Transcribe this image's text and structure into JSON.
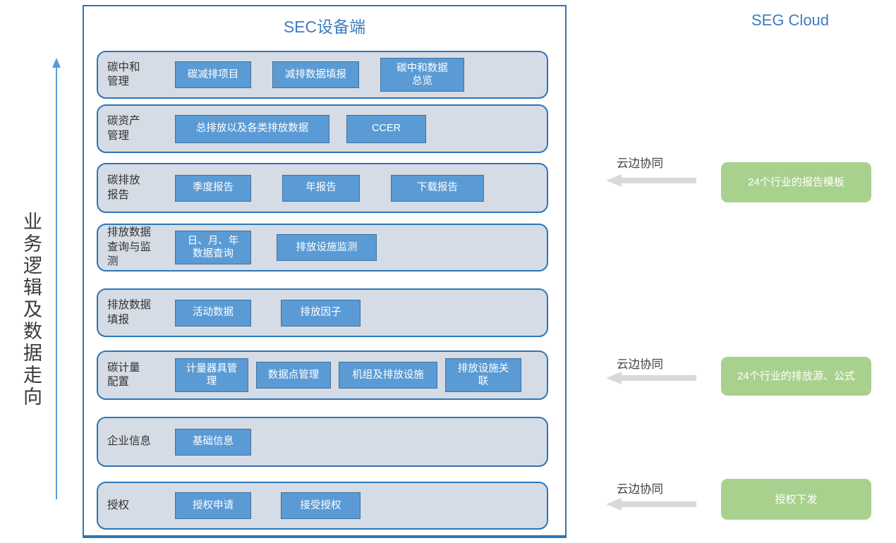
{
  "left_flow": {
    "label": "业务逻辑及数据走向"
  },
  "device_panel": {
    "title": "SEC设备端",
    "rows": [
      {
        "label": "碳中和\n管理",
        "buttons": [
          "碳减排项目",
          "减排数据填报",
          "碳中和数据\n总览"
        ]
      },
      {
        "label": "碳资产\n管理",
        "buttons": [
          "总排放以及各类排放数据",
          "CCER"
        ]
      },
      {
        "label": "碳排放\n报告",
        "buttons": [
          "季度报告",
          "年报告",
          "下载报告"
        ]
      },
      {
        "label": "排放数据\n查询与监\n测",
        "buttons": [
          "日、月、年\n数据查询",
          "排放设施监测"
        ]
      },
      {
        "label": "排放数据\n填报",
        "buttons": [
          "活动数据",
          "排放因子"
        ]
      },
      {
        "label": "碳计量\n配置",
        "buttons": [
          "计量器具管\n理",
          "数据点管理",
          "机组及排放设施",
          "排放设施关\n联"
        ]
      },
      {
        "label": "企业信息",
        "buttons": [
          "基础信息"
        ]
      },
      {
        "label": "授权",
        "buttons": [
          "授权申请",
          "接受授权"
        ]
      }
    ]
  },
  "cloud_panel": {
    "title": "SEG Cloud",
    "boxes": [
      "24个行业的报告模板",
      "24个行业的排放源、公式",
      "授权下发"
    ],
    "sync_label": "云边协同"
  },
  "colors": {
    "button_blue": "#5B9BD5",
    "button_border": "#41719C",
    "panel_border_blue": "#2E75B6",
    "row_fill": "#D6DCE5",
    "cloud_green": "#A9D18E",
    "title_blue": "#3E7CC0",
    "arrow_gray": "#D9D9D9"
  }
}
